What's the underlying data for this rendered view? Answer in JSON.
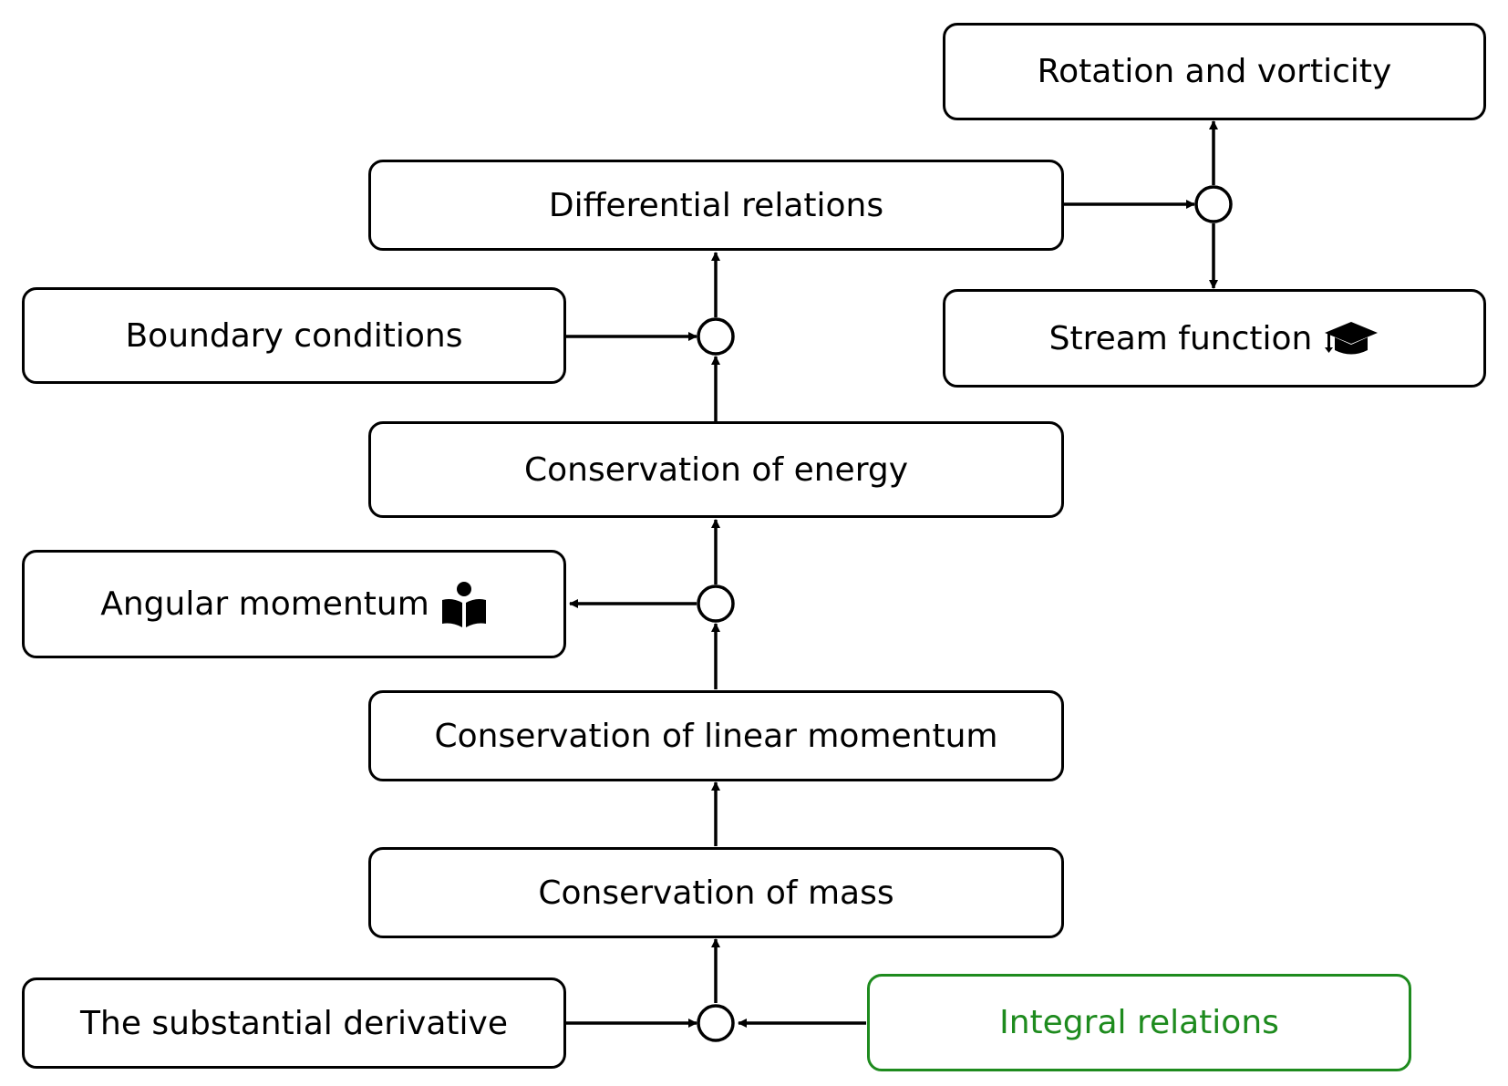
{
  "nodes": {
    "rotation": "Rotation and vorticity",
    "differential": "Differential relations",
    "stream": "Stream function",
    "boundary": "Boundary conditions",
    "energy": "Conservation of energy",
    "angular": "Angular momentum",
    "linear": "Conservation of linear momentum",
    "mass": "Conservation of mass",
    "substantial": "The substantial derivative",
    "integral": "Integral relations"
  },
  "icons": {
    "stream": "graduation-cap-icon",
    "angular": "book-reader-icon"
  },
  "colors": {
    "default": "#000000",
    "highlight": "#1e8b1e"
  }
}
